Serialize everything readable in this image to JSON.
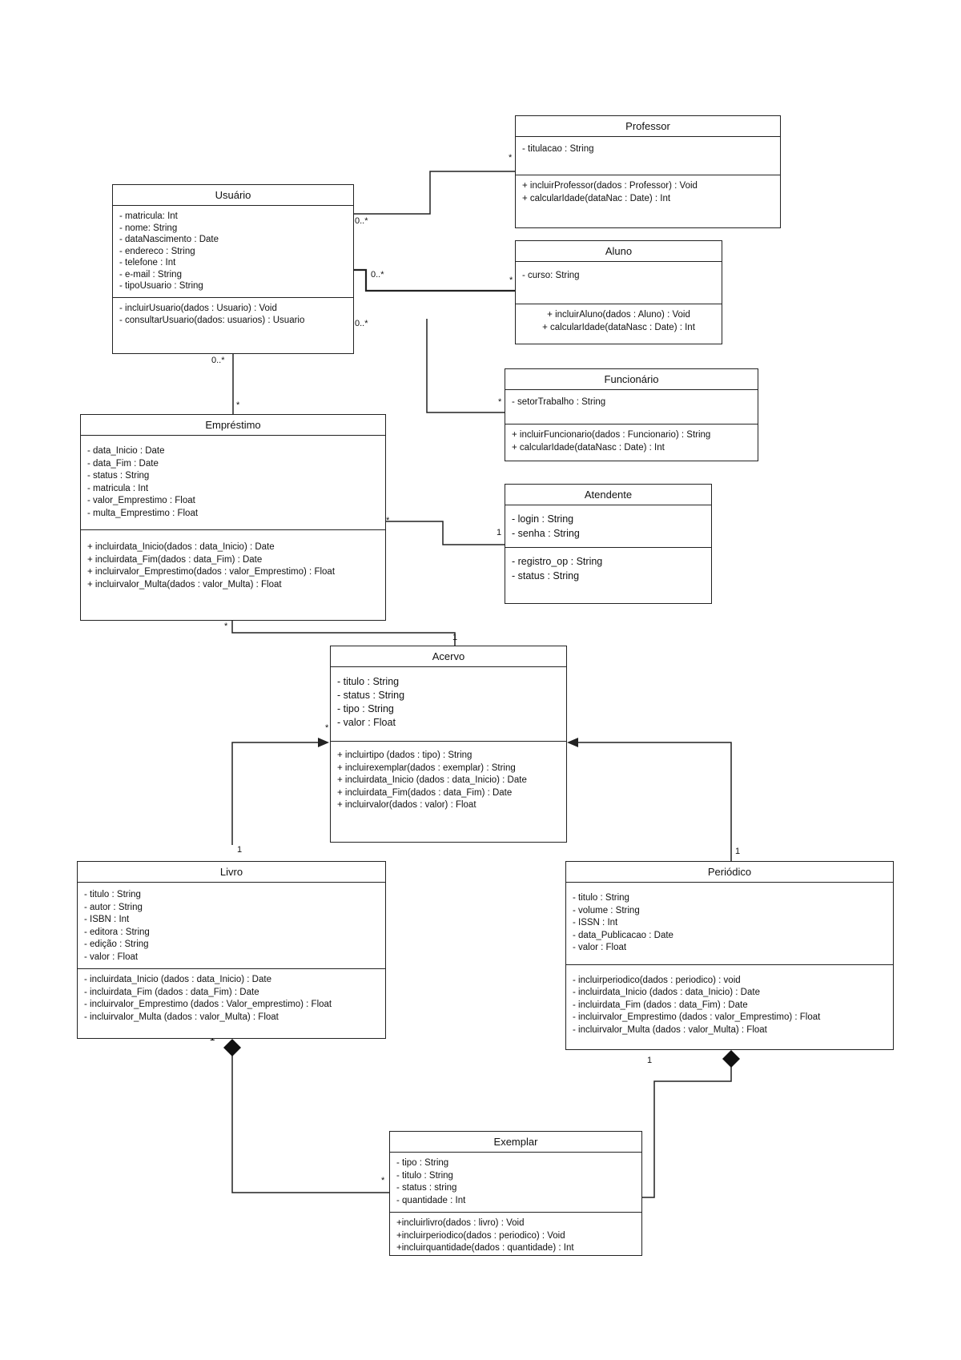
{
  "classes": {
    "professor": {
      "name": "Professor",
      "attributes": [
        "- titulacao : String"
      ],
      "methods": [
        "+ incluirProfessor(dados : Professor) : Void",
        "+ calcularIdade(dataNac : Date) : Int"
      ]
    },
    "usuario": {
      "name": "Usuário",
      "attributes": [
        "- matricula: Int",
        "- nome: String",
        "- dataNascimento : Date",
        "- endereco : String",
        "- telefone : Int",
        "- e-mail : String",
        "- tipoUsuario : String"
      ],
      "methods": [
        "- incluirUsuario(dados : Usuario) : Void",
        "- consultarUsuario(dados: usuarios) : Usuario"
      ]
    },
    "aluno": {
      "name": "Aluno",
      "attributes": [
        "- curso: String"
      ],
      "methods": [
        "+ incluirAluno(dados : Aluno) : Void",
        "+ calcularIdade(dataNasc : Date) : Int"
      ]
    },
    "funcionario": {
      "name": "Funcionário",
      "attributes": [
        "- setorTrabalho : String"
      ],
      "methods": [
        "+ incluirFuncionario(dados : Funcionario) : String",
        "+ calcularIdade(dataNasc : Date) : Int"
      ]
    },
    "emprestimo": {
      "name": "Empréstimo",
      "attributes": [
        "- data_Inicio : Date",
        "- data_Fim : Date",
        "- status : String",
        "- matricula : Int",
        "- valor_Emprestimo : Float",
        "- multa_Emprestimo : Float"
      ],
      "methods": [
        "+ incluirdata_Inicio(dados : data_Inicio) : Date",
        "+ incluirdata_Fim(dados : data_Fim) : Date",
        "+ incluirvalor_Emprestimo(dados : valor_Emprestimo) : Float",
        "+ incluirvalor_Multa(dados : valor_Multa) : Float"
      ]
    },
    "atendente": {
      "name": "Atendente",
      "attributes": [
        "- login : String",
        "- senha : String"
      ],
      "methods": [
        "- registro_op : String",
        "- status : String"
      ]
    },
    "acervo": {
      "name": "Acervo",
      "attributes": [
        "- titulo : String",
        "- status : String",
        "- tipo : String",
        "- valor : Float"
      ],
      "methods": [
        "+ incluirtipo (dados : tipo) : String",
        "+ incluirexemplar(dados : exemplar) : String",
        "+ incluirdata_Inicio (dados : data_Inicio) : Date",
        "+ incluirdata_Fim(dados : data_Fim) : Date",
        "+ incluirvalor(dados : valor) : Float"
      ]
    },
    "livro": {
      "name": "Livro",
      "attributes": [
        "- titulo : String",
        "- autor : String",
        "- ISBN : Int",
        "- editora : String",
        "- edição : String",
        "- valor : Float"
      ],
      "methods": [
        "- incluirdata_Inicio (dados : data_Inicio) : Date",
        "- incluirdata_Fim (dados : data_Fim) : Date",
        "- incluirvalor_Emprestimo (dados : Valor_emprestimo) : Float",
        "- incluirvalor_Multa (dados : valor_Multa) : Float"
      ]
    },
    "periodico": {
      "name": "Periódico",
      "attributes": [
        "- titulo : String",
        "- volume : String",
        "- ISSN : Int",
        "- data_Publicacao : Date",
        "- valor : Float"
      ],
      "methods": [
        "- incluirperiodico(dados : periodico) : void",
        "- incluirdata_Inicio (dados : data_Inicio) : Date",
        "- incluirdata_Fim (dados : data_Fim) : Date",
        "- incluirvalor_Emprestimo (dados : valor_Emprestimo) : Float",
        "- incluirvalor_Multa (dados : valor_Multa) : Float"
      ]
    },
    "exemplar": {
      "name": "Exemplar",
      "attributes": [
        "- tipo : String",
        "- titulo : String",
        "- status : string",
        "- quantidade : Int"
      ],
      "methods": [
        "+incluirlivro(dados : livro) : Void",
        "+incluirperiodico(dados : periodico) : Void",
        "+incluirquantidade(dados : quantidade) : Int"
      ]
    }
  },
  "multiplicities": {
    "usuario_professor": "0..*",
    "usuario_aluno": "0..*",
    "usuario_funcionario": "0..*",
    "usuario_emprestimo": "0..*",
    "star": "*",
    "one": "1"
  }
}
